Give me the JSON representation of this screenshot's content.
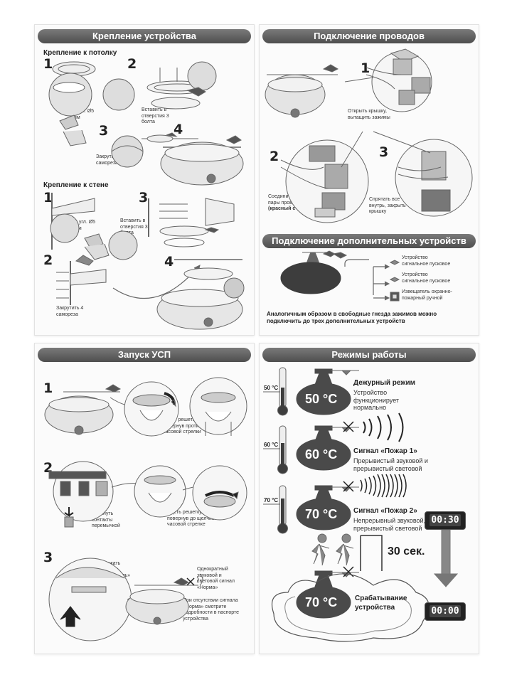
{
  "mounting": {
    "title": "Крепление устройства",
    "ceiling_title": "Крепление к потолку",
    "wall_title": "Крепление к стене",
    "ceiling_steps": [
      "1",
      "2",
      "3",
      "4"
    ],
    "wall_steps": [
      "1",
      "2",
      "3",
      "4"
    ],
    "drill_label_ceiling": "6 угл. Ø5 мм",
    "drill_label_wall": "6 угл. Ø5 мм",
    "cap_insert_bolts_ceiling": "Вставить в отверстия 3 болта",
    "cap_screw_3": "Закрутить 3 самореза",
    "cap_insert_bolts_wall": "Вставить в отверстия 3 болта",
    "cap_screw_4": "Закрутить 4 самореза"
  },
  "wiring": {
    "title": "Подключение проводов",
    "steps": [
      "1",
      "2",
      "3"
    ],
    "cap_open": "Открыть крышку, вытащить зажимы",
    "cap_connect": "Соединить зажимами пары проводов",
    "cap_connect_bold": "(красный с красным)",
    "cap_hide": "Спрятать все внутрь, закрыть крышку"
  },
  "additional": {
    "title": "Подключение дополнительных устройств",
    "devices": [
      {
        "label": "Устройство сигнальное пусковое",
        "icon": "detector-icon"
      },
      {
        "label": "Устройство сигнальное пусковое",
        "icon": "detector-icon"
      },
      {
        "label": "Извещатель охранно-пожарный ручной",
        "icon": "manual-call-point-icon"
      }
    ],
    "note": "Аналогичным образом в свободные гнезда зажимов можно подключить до трех дополнительных устройств"
  },
  "startup": {
    "title": "Запуск УСП",
    "steps": [
      "1",
      "2",
      "3"
    ],
    "cap_remove_grille": "Снять решетку, повернув против часовой стрелки",
    "cap_close_contacts": "Замкнуть контакты перемычкой",
    "cap_put_grille": "Одеть решетку, повернув до щелчка по часовой стрелке",
    "cap_press_button": "Нажать кнопку «Контроль»",
    "cap_single_signal": "Однократный звуковой и световой сигнал «Норма»",
    "cap_no_signal": "При отсутствии сигнала «Норма» смотрите подробности в паспорте устройства"
  },
  "modes": {
    "title": "Режимы работы",
    "items": [
      {
        "temp_mark": "50 °C",
        "temp_big": "50 °C",
        "title": "Дежурный режим",
        "desc": "Устройство функционирует нормально"
      },
      {
        "temp_mark": "60 °C",
        "temp_big": "60 °C",
        "title": "Сигнал «Пожар 1»",
        "desc": "Прерывистый звуковой и прерывистый световой"
      },
      {
        "temp_mark": "70 °C",
        "temp_big": "70 °C",
        "title": "Сигнал «Пожар 2»",
        "desc": "Непрерывный звуковой, прерывистый световой"
      }
    ],
    "countdown": "30 сек.",
    "timer_start": "00:30",
    "timer_end": "00:00",
    "final_temp": "70 °C",
    "final_title": "Срабатывание устройства"
  },
  "colors": {
    "header": "#5a5a5a",
    "dark_shape": "#3d3d3d",
    "panel_bg": "#fbfbfb"
  }
}
